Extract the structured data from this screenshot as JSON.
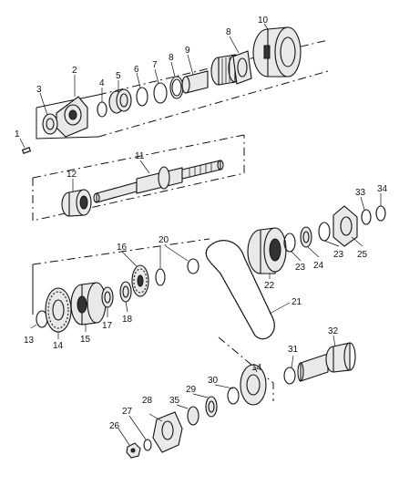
{
  "callouts": [
    "1",
    "2",
    "3",
    "4",
    "5",
    "6",
    "7",
    "8",
    "8",
    "9",
    "10",
    "11",
    "12",
    "13",
    "14",
    "15",
    "16",
    "17",
    "18",
    "20",
    "21",
    "22",
    "23",
    "23",
    "24",
    "25",
    "33",
    "34",
    "31",
    "32",
    "14",
    "26",
    "27",
    "28",
    "35",
    "29",
    "30"
  ]
}
